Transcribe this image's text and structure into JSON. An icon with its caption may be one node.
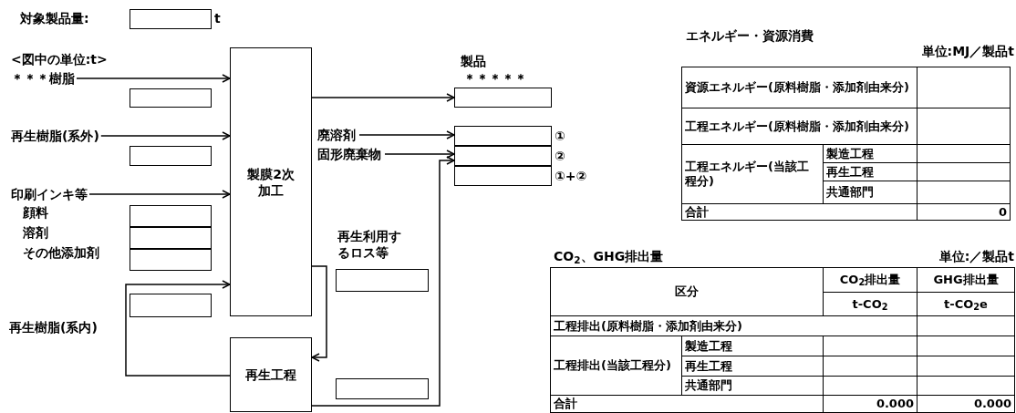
{
  "diagram": {
    "nodes": [
      {
        "text": [],
        "shape": "box",
        "beside": [
          "対象製品量:",
          "t"
        ]
      },
      {
        "text": [
          "＊＊＊樹脂"
        ]
      },
      {
        "text": [],
        "shape": "box"
      },
      {
        "text": [
          "再生樹脂(系外)"
        ]
      },
      {
        "text": [],
        "shape": "box"
      },
      {
        "text": [
          "印刷インキ等"
        ]
      },
      {
        "text": [],
        "shape": "box"
      },
      {
        "text": [],
        "shape": "box"
      },
      {
        "text": [],
        "shape": "box"
      },
      {
        "text": [],
        "shape": "box"
      },
      {
        "text": [
          "製膜2次加工"
        ]
      },
      {
        "text": [
          "再生工程"
        ]
      },
      {
        "text": [],
        "shape": "box",
        "beside": [
          "製品",
          "＊＊＊＊＊"
        ]
      },
      {
        "text": [
          "廃溶剤"
        ]
      },
      {
        "text": [
          "固形廃棄物"
        ]
      },
      {
        "text": [],
        "shape": "box",
        "beside": [
          "①"
        ]
      },
      {
        "text": [],
        "shape": "box",
        "beside": [
          "②"
        ]
      },
      {
        "text": [],
        "shape": "box",
        "beside": [
          "①+②"
        ]
      },
      {
        "text": [],
        "shape": "box",
        "beside": [
          "再生利用するロス等"
        ]
      },
      {
        "text": [],
        "shape": "box"
      }
    ],
    "edges": [
      {
        "from": 1,
        "to": 10,
        "arrow": "to"
      },
      {
        "from": 3,
        "to": 10,
        "arrow": "to"
      },
      {
        "from": 5,
        "to": 10,
        "arrow": "to"
      },
      {
        "from": 11,
        "to": 10,
        "arrow": "to",
        "label": "再生樹脂(系内)"
      },
      {
        "from": 10,
        "to": 12,
        "arrow": "to"
      },
      {
        "from": 13,
        "to": 15,
        "arrow": "to"
      },
      {
        "from": 14,
        "to": 16,
        "arrow": "to"
      },
      {
        "from": 11,
        "to": 16,
        "arrow": "to"
      },
      {
        "from": 10,
        "to": 11,
        "arrow": "to"
      }
    ],
    "labels": [
      "<図中の単位:t>",
      "エネルギー・資源消費",
      "単位:MJ／製品t",
      "資源エネルギー(原料樹脂・添加剤由来分)",
      "工程エネルギー(原料樹脂・添加剤由来分)",
      "工程エネルギー(当該工程分)",
      "製造工程",
      "再生工程",
      "共通部門",
      "合計",
      "0",
      "CO$_{2}$、GHG排出量",
      "単位:／製品t",
      "区分",
      "CO$_{2}$排出量",
      "GHG排出量",
      "t-CO$_{2}$",
      "t-CO$_{2}$e",
      "工程排出(原料樹脂・添加剤由来分)",
      "工程排出(当該工程分)",
      "製造工程",
      "再生工程",
      "共通部門",
      "合計",
      "0.000",
      "0.000",
      "顔料",
      "溶剤",
      "その他添加剤"
    ]
  }
}
